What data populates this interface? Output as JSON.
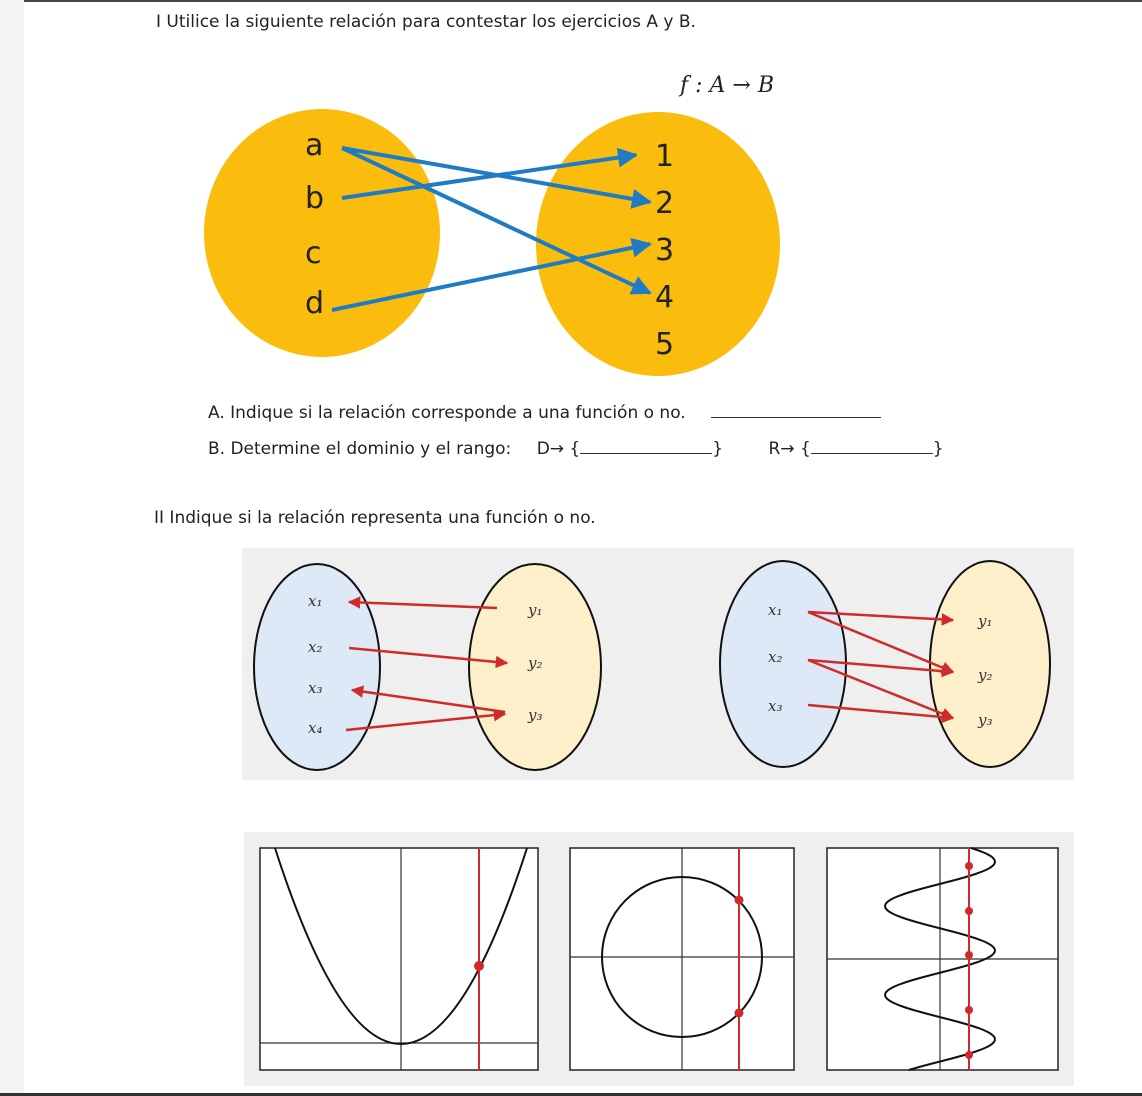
{
  "section1": {
    "heading": "I  Utilice la siguiente relación para contestar los ejercicios A y B.",
    "function_label": "f : A → B",
    "set_a_elements": [
      "a",
      "b",
      "c",
      "d"
    ],
    "set_b_elements": [
      "1",
      "2",
      "3",
      "4",
      "5"
    ],
    "mapping_arrows": [
      {
        "from": "a",
        "to": "2"
      },
      {
        "from": "a",
        "to": "4"
      },
      {
        "from": "b",
        "to": "1"
      },
      {
        "from": "d",
        "to": "3"
      }
    ],
    "question_a": "A.  Indique si la relación corresponde a una función o no.",
    "question_b_prefix": "B.  Determine el dominio y el rango:",
    "domain_label": "D→ {",
    "domain_close": "}",
    "range_label": "R→ {",
    "range_close": "}"
  },
  "section2": {
    "heading": "II  Indique si la relación representa una función o no.",
    "diagram1": {
      "domain": [
        "x₁",
        "x₂",
        "x₃",
        "x₄"
      ],
      "codomain": [
        "y₁",
        "y₂",
        "y₃"
      ]
    },
    "diagram2": {
      "domain": [
        "x₁",
        "x₂",
        "x₃"
      ],
      "codomain": [
        "y₁",
        "y₂",
        "y₃"
      ]
    }
  },
  "graphs": [
    "parabola with vertical line test",
    "circle with vertical line test",
    "sinusoidal curve with vertical line test"
  ],
  "colors": {
    "yellow_set": "#fbbd0d",
    "blue_arrow": "#1f7bc4",
    "red_arrow": "#d12a2a",
    "light_blue_set": "#dde9f6",
    "light_yellow_set": "#fdefc9",
    "panel_gray": "#efefef"
  }
}
